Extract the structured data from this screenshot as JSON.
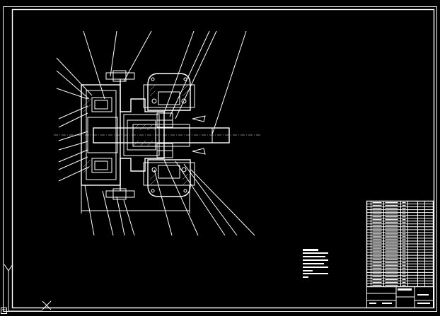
{
  "drawing": {
    "background": "#000000",
    "line_color": "#ffffff",
    "part_labels": [],
    "tech_notes": [],
    "title_block": {
      "title": "",
      "drawing_no": ""
    },
    "bom_rows": 30
  },
  "ucs": {
    "x_label": "X",
    "y_label": "Y"
  },
  "icons": {
    "ucs": "ucs-axis-icon",
    "model_tab": "layout-tab-icon"
  }
}
